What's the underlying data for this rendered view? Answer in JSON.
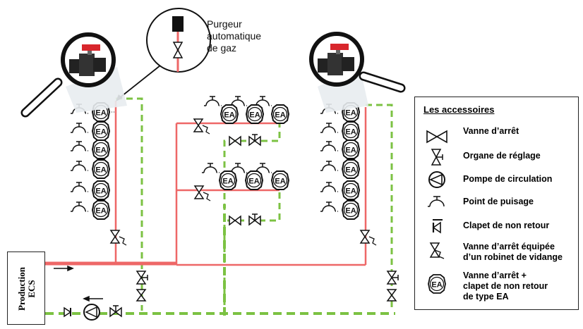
{
  "callout": {
    "lines": [
      "Purgeur",
      "automatique",
      "de gaz"
    ]
  },
  "production": {
    "line1": "Production",
    "line2": "ECS"
  },
  "ea_label": "EA",
  "legend": {
    "title": "Les accessoires",
    "items": [
      {
        "icon": "stop-valve-icon",
        "lines": [
          "Vanne d’arrêt"
        ]
      },
      {
        "icon": "balancing-valve-icon",
        "lines": [
          "Organe de réglage"
        ]
      },
      {
        "icon": "circulation-pump-icon",
        "lines": [
          "Pompe de circulation"
        ]
      },
      {
        "icon": "draw-off-point-icon",
        "lines": [
          "Point de puisage"
        ]
      },
      {
        "icon": "check-valve-icon",
        "lines": [
          "Clapet de non retour"
        ]
      },
      {
        "icon": "drain-valve-icon",
        "lines": [
          "Vanne d’arrêt équipée",
          "d’un robinet de vidange"
        ]
      },
      {
        "icon": "ea-valve-icon",
        "lines": [
          "Vanne d’arrêt +",
          "clapet de non retour",
          "de type EA"
        ]
      }
    ]
  },
  "colors": {
    "supply": "#ee6767",
    "return": "#7cc243",
    "ink": "#111111"
  }
}
